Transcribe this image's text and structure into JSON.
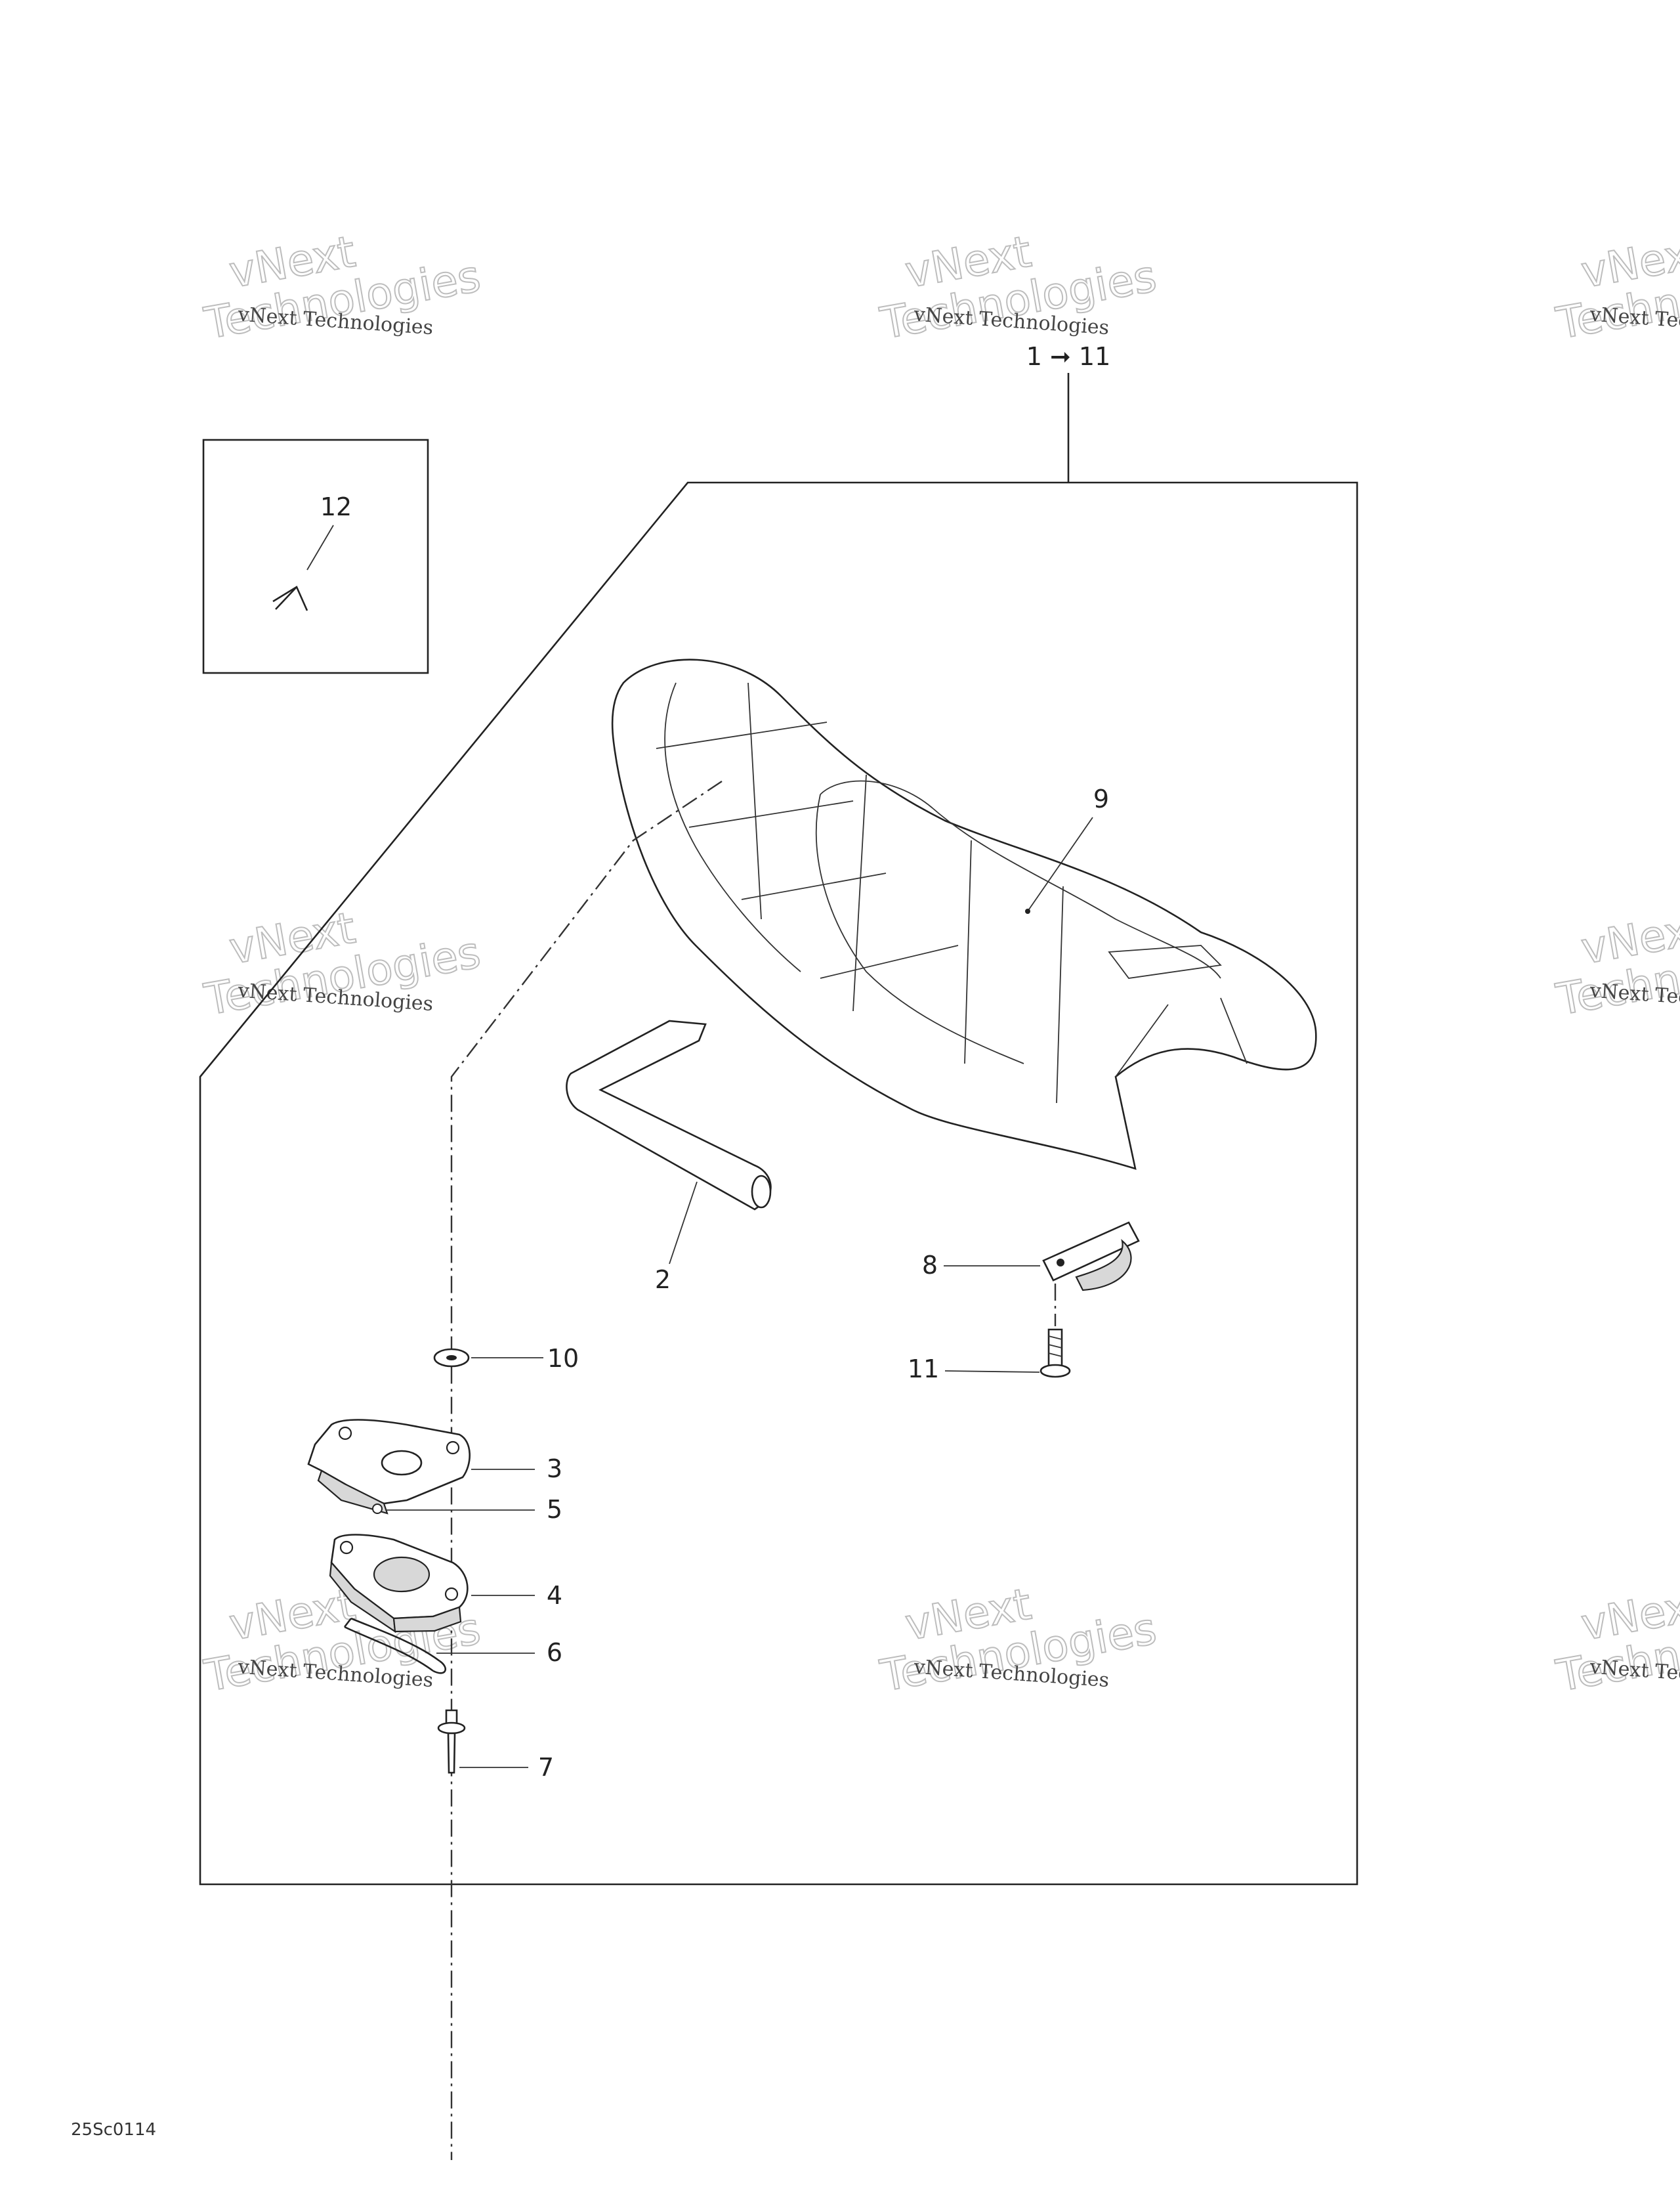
{
  "diagram": {
    "drawing_code": "25Sc0114",
    "range_label": "1 ➞ 11",
    "inset_callout": "12",
    "callouts": {
      "c2": "2",
      "c3": "3",
      "c4": "4",
      "c5": "5",
      "c6": "6",
      "c7": "7",
      "c8": "8",
      "c9": "9",
      "c10": "10",
      "c11": "11"
    }
  },
  "watermark": {
    "line1": "vNext Technologies",
    "big1": "vNext",
    "big2": "Technologies"
  }
}
